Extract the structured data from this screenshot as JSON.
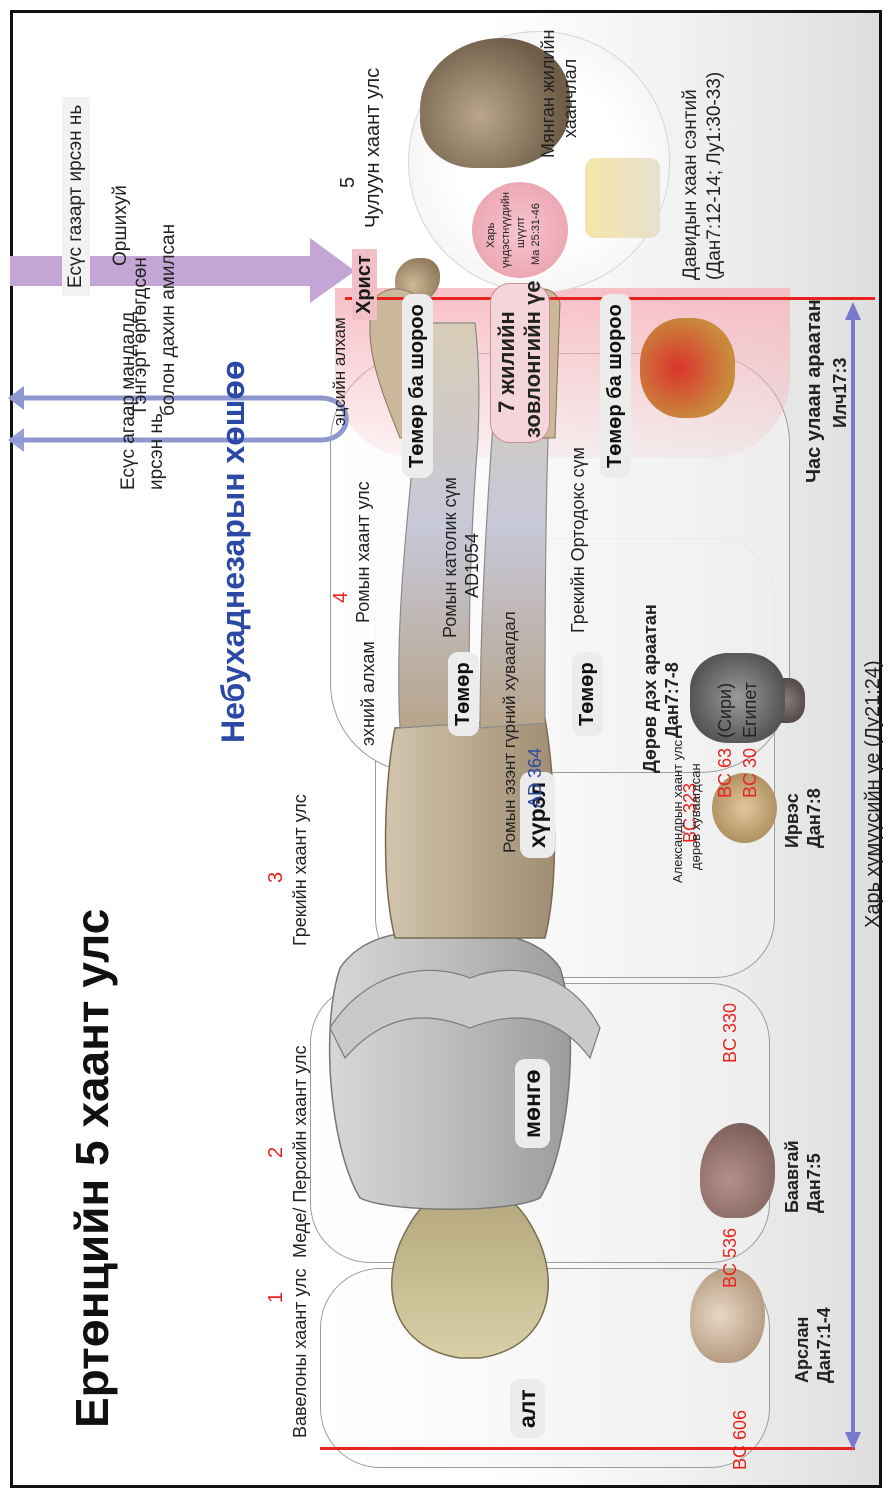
{
  "title": "Ертөнцийн 5 хаант улс",
  "subtitle": "Небухаднезарын  хөшөө",
  "kingdoms": [
    {
      "num": "1",
      "name": "Вавелоны хаант улс"
    },
    {
      "num": "2",
      "name": "Меде/ Персийн хаант улс"
    },
    {
      "num": "3",
      "name": "Грекийн хаант улс"
    },
    {
      "num": "4",
      "name": "Ромын хаант улс"
    },
    {
      "num": "5",
      "name": "Чулуун хаант улс"
    }
  ],
  "metals": {
    "gold": "алт",
    "silver": "мөнгө",
    "bronze": "хүрэл",
    "iron_upper": "Төмөр",
    "iron_lower": "Төмөр",
    "clay_upper": "Төмөр ба шороо",
    "clay_lower": "Төмөр ба шороо"
  },
  "beasts": {
    "lion": "Арслан",
    "lion_ref": "Дан7:1-4",
    "bear": "Баавгай",
    "bear_ref": "Дан7:5",
    "leopard": "Ирвэс",
    "leopard_ref": "Дан7:8",
    "fourth": "Дөрөв дэх араатан",
    "fourth_ref": "Дан7:7-8",
    "scarlet": "Час улаан араатан",
    "scarlet_ref": "Илч17:3"
  },
  "dates": {
    "bc606": "BC 606",
    "bc536": "BC 536",
    "bc330": "BC 330",
    "bc323": "BC 323",
    "bc63": "BC 63",
    "syria": "(Сири)",
    "bc30": "BC 30",
    "egypt": "Египет",
    "ad364": "AD 364"
  },
  "alexander_note": [
    "Александрын хаант улс",
    "дөрөв хуваагдсан"
  ],
  "rome_split": "Ромын эзэнт гүрний хуваагдал",
  "catholic": [
    "Ромын католик сүм",
    "AD1054"
  ],
  "orthodox": "Грекийн Ортодокс сүм",
  "first_step": "эхний алхам",
  "second_step": "эцсийн алхам",
  "seven_years": [
    "7 жилийн",
    "зовлонгийн үе"
  ],
  "christ": "Христ",
  "arrows": {
    "presence": "Оршихуй",
    "coming_earth": "Есүс газарт ирсэн нь",
    "raptured": [
      "Тэнгэрт өргөгдсөн",
      "болон дахин амилсан"
    ],
    "coming_air": [
      "Есүс агаар мандалд",
      "ирсэн нь"
    ]
  },
  "judgment": [
    "Харь",
    "үндэстнүүдийн",
    "шүүлт",
    "Ма 25:31-46"
  ],
  "millennium": [
    "Мянган жилийн",
    "хаанчлал"
  ],
  "david_throne": [
    "Давидын хаан сэнтий",
    "(Дан7:12-14; Лу1:30-33)"
  ],
  "gentile_period": "Харь хүмүүсийн үе (Лу21:24)",
  "colors": {
    "red": "#e8231f",
    "blue": "#2c49a6",
    "purple_arrow": "#c4a6d6",
    "blue_arrow": "#8f97cf",
    "timeline": "#7b79c9",
    "tribulation": "#f7b9c0"
  }
}
